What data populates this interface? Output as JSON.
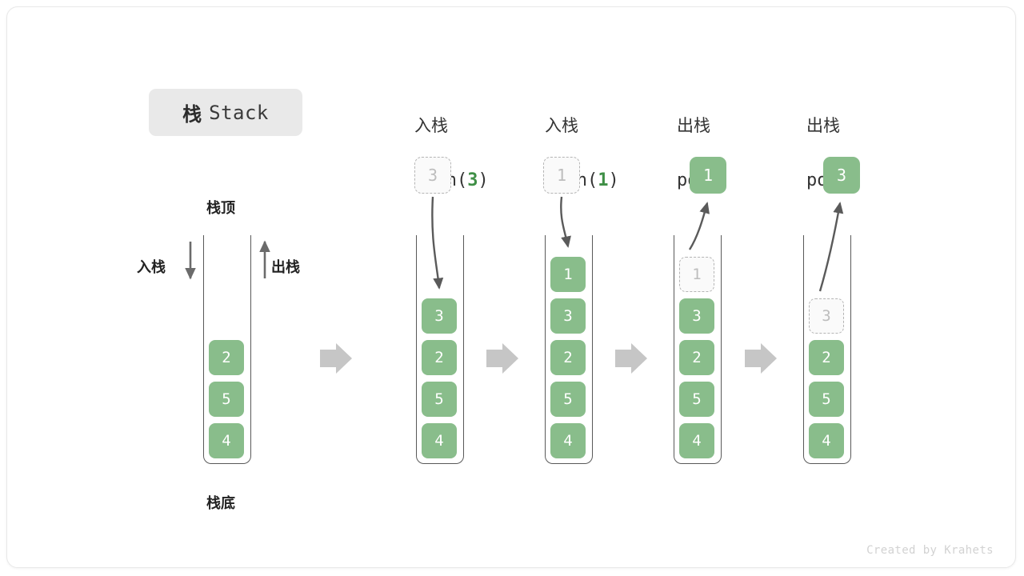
{
  "figure": {
    "title_cn": "栈",
    "title_en": "Stack",
    "footer": "Created by Krahets",
    "accent_green": "#89bd8b",
    "ghost_gray": "#b5b5b5",
    "text_dark": "#222222"
  },
  "legend": {
    "top_label": "栈顶",
    "bottom_label": "栈底",
    "push_label": "入栈",
    "pop_label": "出栈",
    "push_arrow_icon": "arrow-down-icon",
    "pop_arrow_icon": "arrow-up-icon"
  },
  "flow_arrow_icon": "arrow-right-icon",
  "chart_data": {
    "type": "diagram",
    "title": "栈 Stack",
    "description": "Stack push/pop operation sequence",
    "initial_stack_top_to_bottom": [
      2,
      5,
      4
    ],
    "steps": [
      {
        "id": "initial",
        "header_cn": "",
        "header_code": "",
        "stack_top_to_bottom": [
          2,
          5,
          4
        ],
        "floating_value": null,
        "ghost_index": null
      },
      {
        "id": "push-3",
        "header_cn": "入栈",
        "header_code_prefix": "push(",
        "header_code_arg": "3",
        "header_code_suffix": ")",
        "operation": "push",
        "operand": 3,
        "stack_top_to_bottom": [
          3,
          2,
          5,
          4
        ],
        "floating_value": "3",
        "floating_state": "ghost",
        "arrow_direction": "down",
        "ghost_index": null
      },
      {
        "id": "push-1",
        "header_cn": "入栈",
        "header_code_prefix": "push(",
        "header_code_arg": "1",
        "header_code_suffix": ")",
        "operation": "push",
        "operand": 1,
        "stack_top_to_bottom": [
          1,
          3,
          2,
          5,
          4
        ],
        "floating_value": "1",
        "floating_state": "ghost",
        "arrow_direction": "down",
        "ghost_index": null
      },
      {
        "id": "pop-1",
        "header_cn": "出栈",
        "header_code_prefix": "pop(",
        "header_code_arg": "",
        "header_code_suffix": ")",
        "operation": "pop",
        "operand": 1,
        "stack_top_to_bottom": [
          1,
          3,
          2,
          5,
          4
        ],
        "floating_value": "1",
        "floating_state": "filled",
        "arrow_direction": "up",
        "ghost_index": 0
      },
      {
        "id": "pop-3",
        "header_cn": "出栈",
        "header_code_prefix": "pop(",
        "header_code_arg": "",
        "header_code_suffix": ")",
        "operation": "pop",
        "operand": 3,
        "stack_top_to_bottom": [
          3,
          2,
          5,
          4
        ],
        "floating_value": "3",
        "floating_state": "filled",
        "arrow_direction": "up",
        "ghost_index": 0
      }
    ]
  },
  "columns": {
    "col0": {
      "cells": [
        "2",
        "5",
        "4"
      ]
    },
    "col1": {
      "header_cn": "入栈",
      "code_pre": "push(",
      "code_arg": "3",
      "code_post": ")",
      "float": "3",
      "cells": [
        "3",
        "2",
        "5",
        "4"
      ]
    },
    "col2": {
      "header_cn": "入栈",
      "code_pre": "push(",
      "code_arg": "1",
      "code_post": ")",
      "float": "1",
      "cells": [
        "1",
        "3",
        "2",
        "5",
        "4"
      ]
    },
    "col3": {
      "header_cn": "出栈",
      "code_pre": "pop(",
      "code_arg": "",
      "code_post": ")",
      "float": "1",
      "cells": [
        "1",
        "3",
        "2",
        "5",
        "4"
      ]
    },
    "col4": {
      "header_cn": "出栈",
      "code_pre": "pop(",
      "code_arg": "",
      "code_post": ")",
      "float": "3",
      "cells": [
        "3",
        "2",
        "5",
        "4"
      ]
    }
  }
}
